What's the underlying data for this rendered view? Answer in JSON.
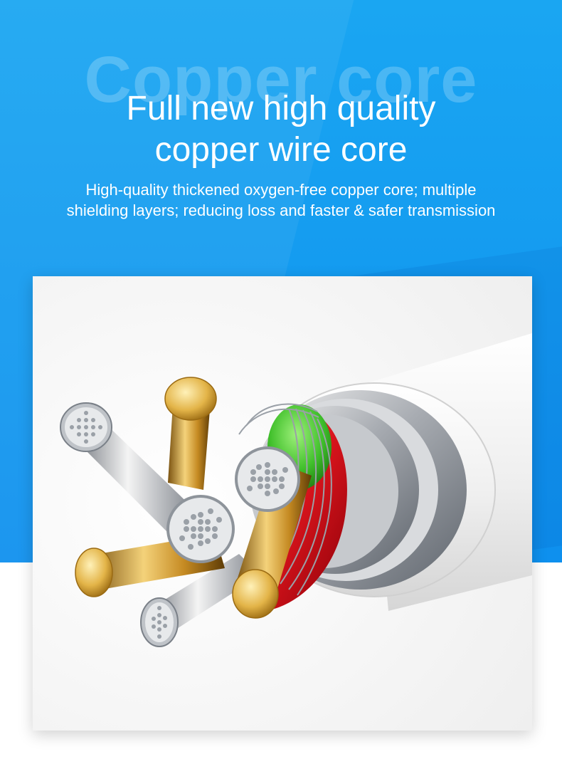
{
  "watermark": "Copper core",
  "headline": {
    "line1": "Full new high quality",
    "line2": "copper wire core"
  },
  "description": {
    "line1": "High-quality thickened oxygen-free copper core; multiple",
    "line2": "shielding layers; reducing loss and faster & safer transmission"
  },
  "colors": {
    "background_blue": "#1199ef",
    "jacket_white": "#f4f4f4",
    "shield_silver": "#b9bcc2",
    "insulation_green": "#3fbf2a",
    "insulation_red": "#d8141c",
    "copper_gold": "#d9a63a"
  }
}
